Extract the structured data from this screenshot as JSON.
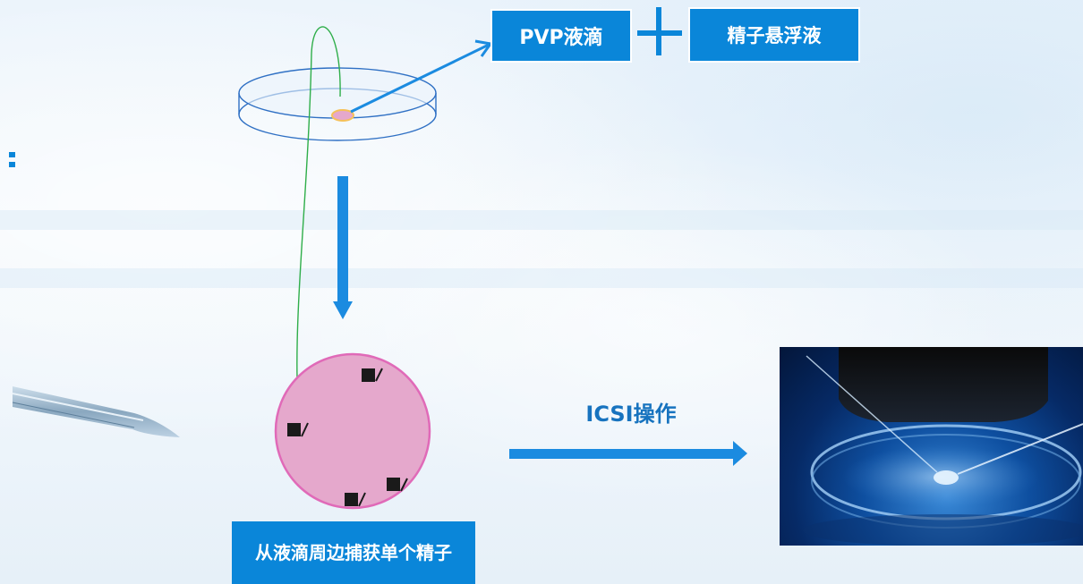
{
  "boxes": {
    "pvp": "PVP液滴",
    "sperm_suspension": "精子悬浮液",
    "capture": "从液滴周边捕获单个精子"
  },
  "arrow_label": "ICSI操作",
  "colors": {
    "box_fill": "#0a86d9",
    "arrow": "#1b8be0",
    "label": "#1773bf",
    "droplet": "#e5a8cc",
    "droplet_border": "#e06ab8",
    "pipette_line": "#2fae4a"
  },
  "icons": [
    "petri-dish-icon",
    "micropipette-icon",
    "sperm-icon",
    "microscope-photo"
  ]
}
